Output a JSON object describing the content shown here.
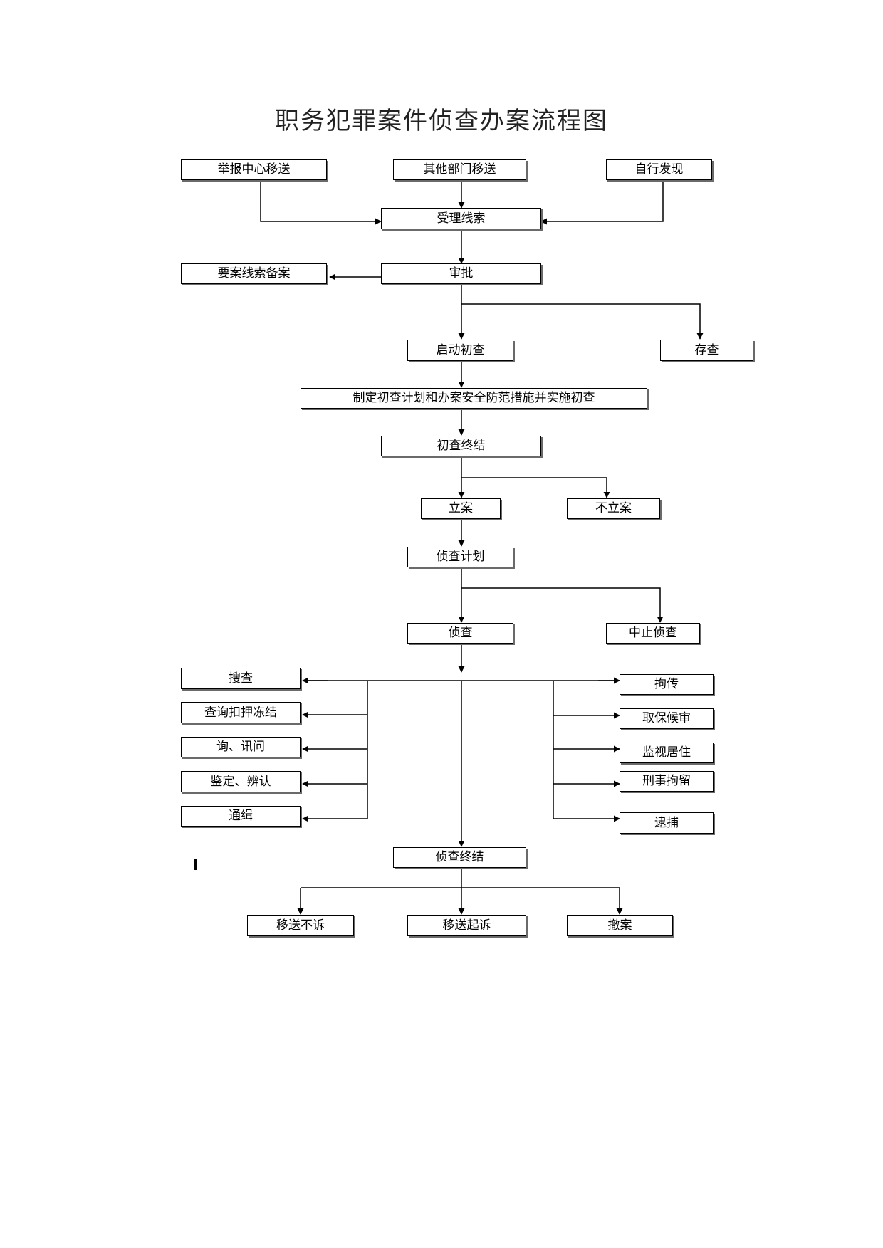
{
  "title": "职务犯罪案件侦查办案流程图",
  "nodes": {
    "report_center": "举报中心移送",
    "other_dept": "其他部门移送",
    "self_found": "自行发现",
    "accept_clue": "受理线索",
    "approve": "审批",
    "clue_record": "要案线索备案",
    "start_prelim": "启动初查",
    "file_keep": "存查",
    "plan_prelim": "制定初查计划和办案安全防范措施并实施初查",
    "prelim_end": "初查终结",
    "open_case": "立案",
    "no_case": "不立案",
    "invest_plan": "侦查计划",
    "investigate": "侦查",
    "suspend": "中止侦查",
    "search": "搜查",
    "query_seize": "查询扣押冻结",
    "interrogate": "询、讯问",
    "appraise": "鉴定、辨认",
    "wanted": "通缉",
    "summon": "拘传",
    "bail": "取保候审",
    "surveillance": "监视居住",
    "detention": "刑事拘留",
    "arrest": "逮捕",
    "invest_end": "侦查终结",
    "no_prosecute": "移送不诉",
    "prosecute": "移送起诉",
    "withdraw": "撤案"
  },
  "edges": [
    [
      "report_center",
      "accept_clue"
    ],
    [
      "other_dept",
      "accept_clue"
    ],
    [
      "self_found",
      "accept_clue"
    ],
    [
      "accept_clue",
      "approve"
    ],
    [
      "approve",
      "clue_record"
    ],
    [
      "approve",
      "start_prelim"
    ],
    [
      "approve",
      "file_keep"
    ],
    [
      "start_prelim",
      "plan_prelim"
    ],
    [
      "plan_prelim",
      "prelim_end"
    ],
    [
      "prelim_end",
      "open_case"
    ],
    [
      "prelim_end",
      "no_case"
    ],
    [
      "open_case",
      "invest_plan"
    ],
    [
      "invest_plan",
      "investigate"
    ],
    [
      "invest_plan",
      "suspend"
    ],
    [
      "investigate",
      "search"
    ],
    [
      "investigate",
      "query_seize"
    ],
    [
      "investigate",
      "interrogate"
    ],
    [
      "investigate",
      "appraise"
    ],
    [
      "investigate",
      "wanted"
    ],
    [
      "investigate",
      "summon"
    ],
    [
      "investigate",
      "bail"
    ],
    [
      "investigate",
      "surveillance"
    ],
    [
      "investigate",
      "detention"
    ],
    [
      "investigate",
      "arrest"
    ],
    [
      "investigate",
      "invest_end"
    ],
    [
      "invest_end",
      "no_prosecute"
    ],
    [
      "invest_end",
      "prosecute"
    ],
    [
      "invest_end",
      "withdraw"
    ]
  ]
}
